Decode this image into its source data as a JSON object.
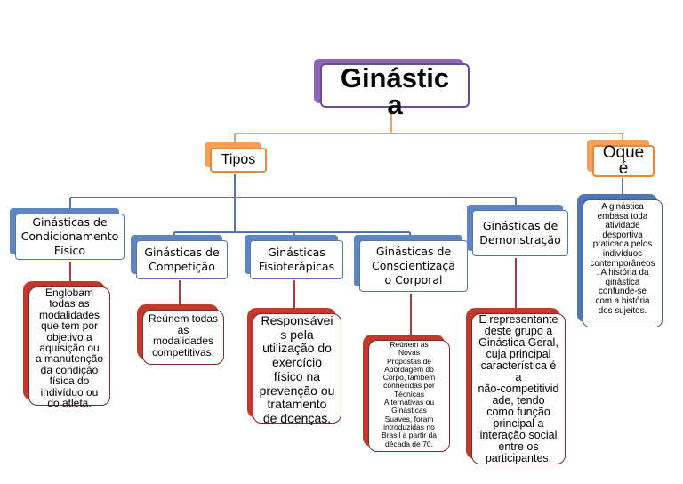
{
  "root": {
    "title_line1": "Ginástic",
    "title_line2": "a"
  },
  "branches": {
    "tipos": "Tipos",
    "oque_line1": "Oque",
    "oque_line2": "é"
  },
  "tipos": [
    {
      "lines": [
        "Ginásticas de",
        "Condicionamento",
        "Físico"
      ]
    },
    {
      "lines": [
        "Ginásticas de",
        "Competição"
      ]
    },
    {
      "lines": [
        "Ginásticas",
        "Fisioterápicas"
      ]
    },
    {
      "lines": [
        "Ginásticas de",
        "Conscientizaçã",
        "o Corporal"
      ]
    },
    {
      "lines": [
        "Ginásticas de",
        "Demonstração"
      ]
    }
  ],
  "descricoes": [
    {
      "lines": [
        "Englobam",
        "todas as",
        "modalidades",
        "que tem por",
        "objetivo a",
        "aquisição ou",
        "a manutenção",
        "da condição",
        "física do",
        "indivíduo ou",
        "do atleta."
      ]
    },
    {
      "lines": [
        "Reúnem todas",
        "as",
        "modalidades",
        "competitivas."
      ]
    },
    {
      "lines": [
        "Responsávei",
        "s pela",
        "utilização do",
        "exercício",
        "físico na",
        "prevenção ou",
        "tratamento",
        "de doenças."
      ]
    },
    {
      "lines": [
        "Reúnem as",
        "Novas",
        "Propostas de",
        "Abordagem do",
        "Corpo, também",
        "conhecidas por",
        "Técnicas",
        "Alternativas ou",
        "Ginásticas",
        "Suaves, foram",
        "introduzidas no",
        "Brasil a partir da",
        "década de 70."
      ]
    },
    {
      "lines": [
        "É representante",
        "deste grupo a",
        "Ginástica Geral,",
        "cuja principal",
        "característica é",
        "a",
        "não-competitivid",
        "ade, tendo",
        "como função",
        "principal a",
        "interação social",
        "entre os",
        "participantes."
      ]
    }
  ],
  "definicao": {
    "lines": [
      "A ginástica",
      "embasa toda",
      "atividade",
      "desportiva",
      "praticada pelos",
      "indivíduos",
      "contemporâneos",
      ". A história da",
      "ginástica",
      "confunde-se",
      "com a história",
      "dos sujeitos."
    ]
  },
  "colors": {
    "purple": "#8e64b8",
    "orange": "#f4a05a",
    "blue": "#4f77b6",
    "red": "#c0392b"
  }
}
